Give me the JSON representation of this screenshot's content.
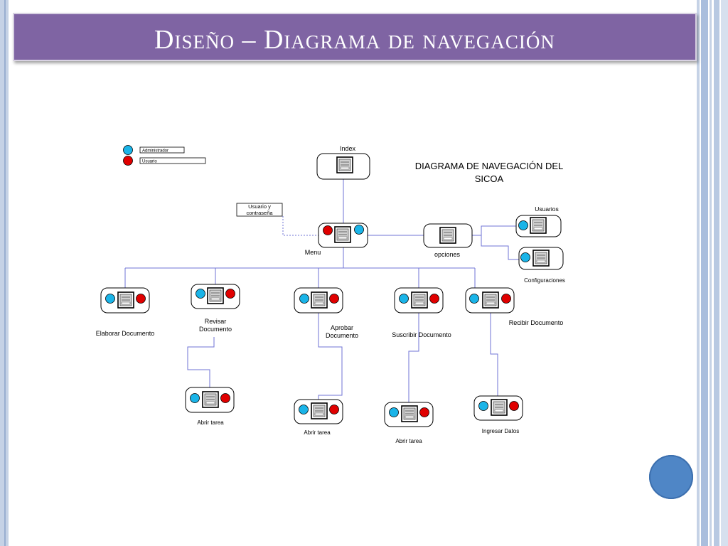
{
  "slide": {
    "title": "Diseño – Diagrama de navegación"
  },
  "legend": {
    "admin": "Administrador",
    "user": "Usuario"
  },
  "diagram": {
    "title_line1_bold": "DIAGRAMA DE",
    "title_line1_rest": "NAVEGACIÓN DEL",
    "title_line2": "SICOA",
    "credentials_line1": "Usuario y",
    "credentials_line2": "contraseña",
    "nodes": {
      "index": "Index",
      "menu": "Menu",
      "opciones": "opciones",
      "usuarios": "Usuarios",
      "configuraciones": "Configuraciones",
      "elaborar": "Elaborar Documento",
      "revisar_1": "Revisar",
      "revisar_2": "Documento",
      "aprobar_1": "Aprobar",
      "aprobar_2": "Documento",
      "suscribir": "Suscribir Documento",
      "recibir": "Recibir Documento",
      "abrir_tarea_revisar": "Abrir tarea",
      "abrir_tarea_aprobar": "Abrir tarea",
      "abrir_tarea_suscribir": "Abrir tarea",
      "ingresar_datos": "Ingresar Datos"
    }
  },
  "colors": {
    "title_bg": "#7f64a3",
    "admin": "#1ab4e8",
    "user": "#e00000",
    "line": "#6f73d6",
    "accent_circle": "#4f86c6"
  }
}
